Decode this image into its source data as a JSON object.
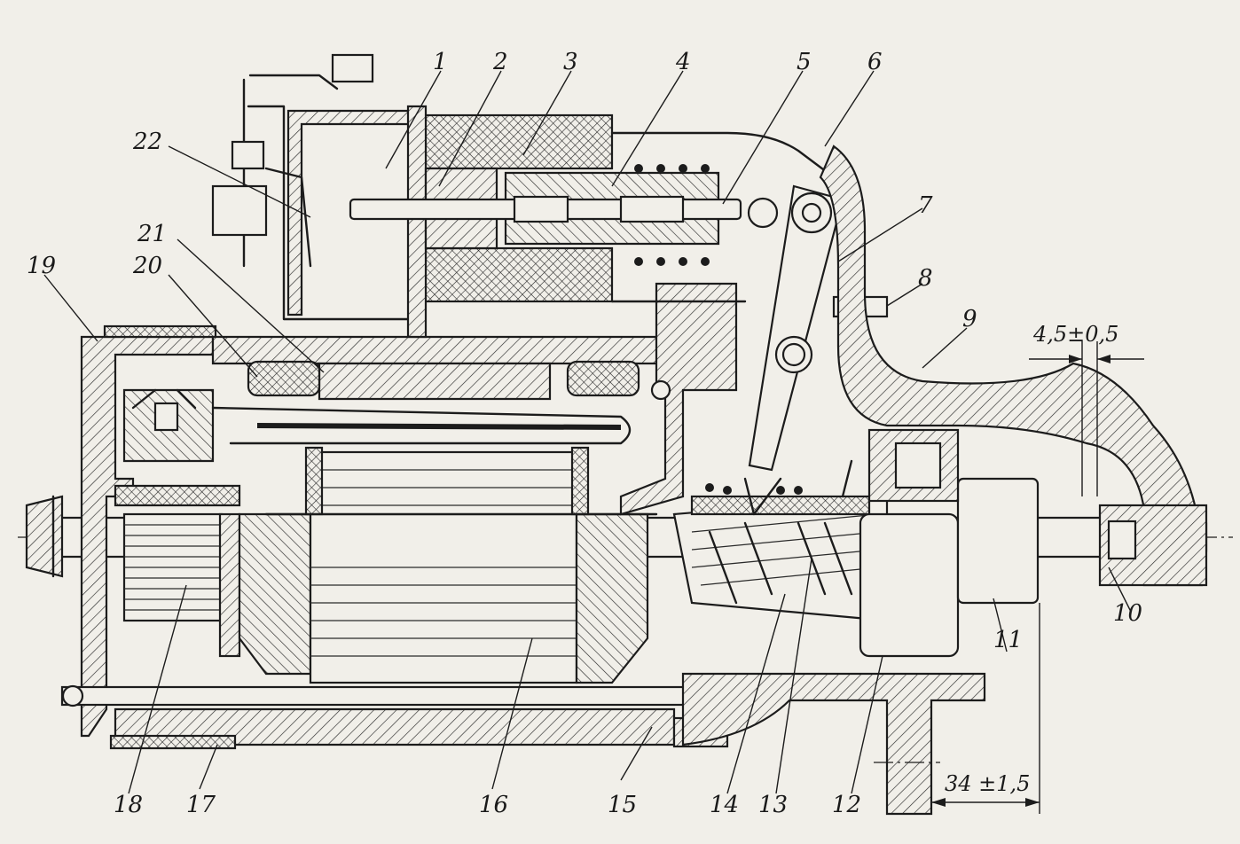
{
  "diagram": {
    "part_labels": [
      "1",
      "2",
      "3",
      "4",
      "5",
      "6",
      "7",
      "8",
      "9",
      "10",
      "11",
      "12",
      "13",
      "14",
      "15",
      "16",
      "17",
      "18",
      "19",
      "20",
      "21",
      "22"
    ],
    "dimensions": {
      "clearance": "4,5±0,5",
      "offset": "34 ±1,5"
    }
  }
}
